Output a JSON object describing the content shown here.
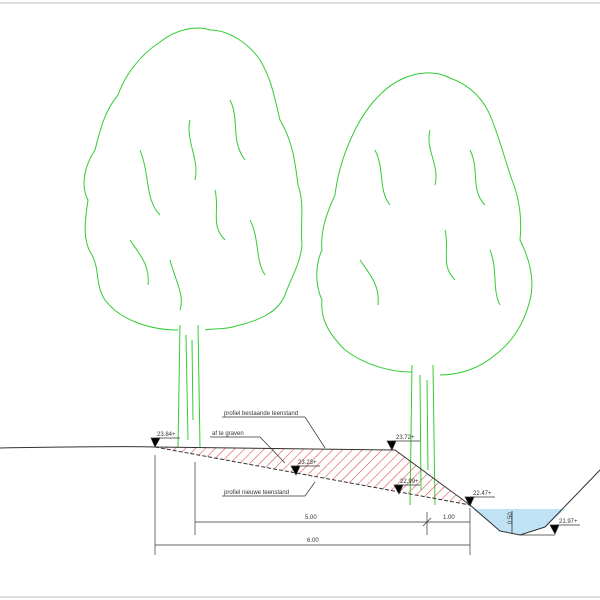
{
  "colors": {
    "tree": "#33cc33",
    "hatch": "#e05050",
    "water": "#bfe3f5",
    "line": "#333333"
  },
  "labels": {
    "existing_profile": "profiel bestaande teenstand",
    "excavate": "af te graven",
    "new_profile": "profiel nieuwe teenstand"
  },
  "levels": {
    "left_top": "23.84+",
    "crest": "23.72+",
    "mid": "23.23+",
    "under_tree": "22.99+",
    "ditch_edge": "22.47+",
    "ditch_bottom": "21.97+"
  },
  "dimensions": {
    "d1": "5.00",
    "d2": "1.00",
    "total": "6.00",
    "water_depth": "0.50"
  }
}
